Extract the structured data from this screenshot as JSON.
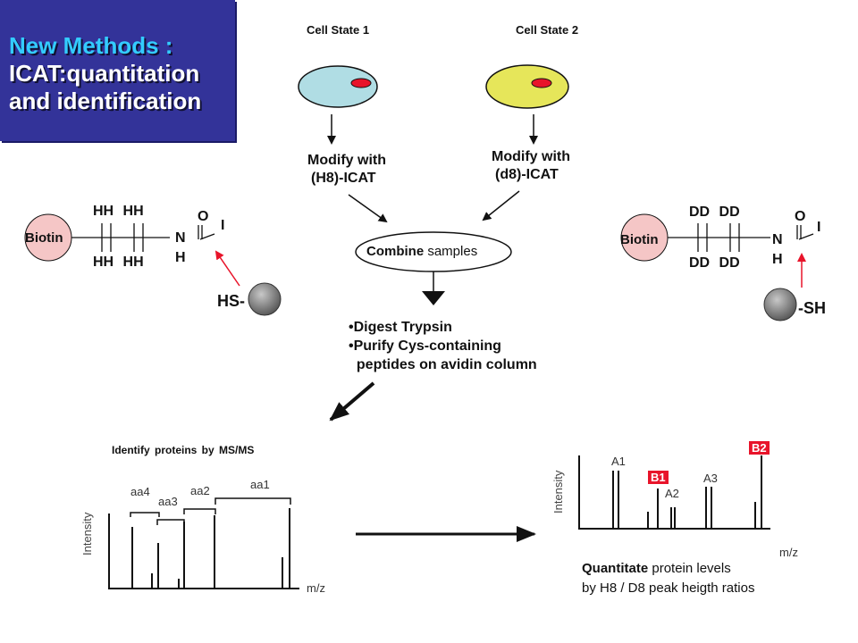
{
  "title": {
    "line1": "New Methods :",
    "line2": "ICAT:quantitation",
    "line3": "and identification"
  },
  "cell_state_1": "Cell State 1",
  "cell_state_2": "Cell State 2",
  "modify_h8": {
    "line1": "Modify with",
    "line2": "(H8)-ICAT"
  },
  "modify_d8": {
    "line1": "Modify with",
    "line2": "(d8)-ICAT"
  },
  "combine": {
    "bold": "Combine",
    "rest": " samples"
  },
  "steps": [
    "•Digest Trypsin",
    "•Purify Cys-containing",
    "  peptides on avidin column"
  ],
  "left_reagent": {
    "biotin": "Biotin",
    "top_h": "HH HH",
    "bottom_h": "HH HH",
    "n": "N",
    "h": "H",
    "o": "O",
    "i": "I",
    "thiol": "HS-"
  },
  "right_reagent": {
    "biotin": "Biotin",
    "top_d": "DD DD",
    "bottom_d": "DD DD",
    "n": "N",
    "h": "H",
    "o": "O",
    "i": "I",
    "thiol": "-SH"
  },
  "msms": {
    "title": "Identify proteins  by MS/MS",
    "ylabel": "Intensity",
    "xlabel": "m/z",
    "labels": [
      "aa4",
      "aa3",
      "aa2",
      "aa1"
    ]
  },
  "ms": {
    "ylabel": "Intensity",
    "xlabel": "m/z",
    "labels": [
      "A1",
      "B1",
      "A2",
      "A3",
      "B2"
    ],
    "caption_bold": "Quantitate",
    "caption_rest": " protein levels",
    "caption_line2": "by H8 / D8 peak heigth ratios"
  },
  "colors": {
    "title_bg": "#333399",
    "title_line1": "#33ccff",
    "cell1": "#b0dde4",
    "cell2": "#e6e65a",
    "spot": "#e8142a",
    "biotin": "#f5c6c6",
    "bead": "#8a8a8a",
    "arrow_red": "#e8142a"
  }
}
